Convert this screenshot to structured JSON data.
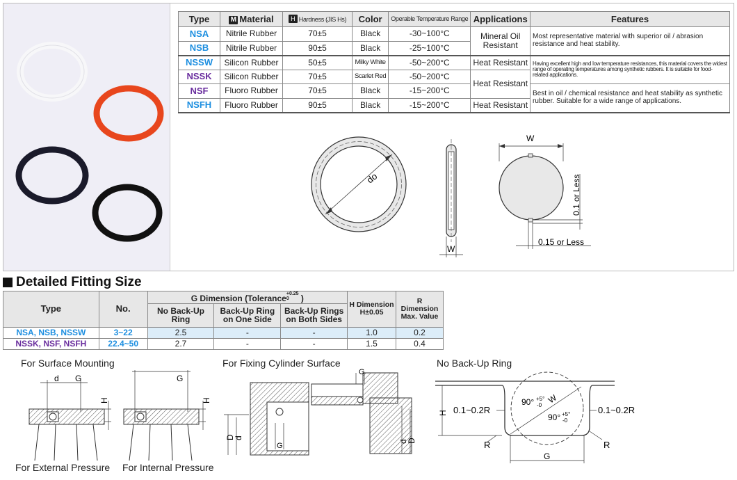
{
  "spec_table": {
    "headers": {
      "type": "Type",
      "material_badge": "M",
      "material": "Material",
      "hardness_badge": "H",
      "hardness": "Hardness (JIS Hs)",
      "color": "Color",
      "temp": "Operable Temperature Range",
      "applications": "Applications",
      "features": "Features"
    },
    "rows": [
      {
        "type": "NSA",
        "type_color": "#1c8ee0",
        "material": "Nitrile Rubber",
        "hardness": "70±5",
        "color": "Black",
        "temp": "-30~100°C"
      },
      {
        "type": "NSB",
        "type_color": "#1c8ee0",
        "material": "Nitrile Rubber",
        "hardness": "90±5",
        "color": "Black",
        "temp": "-25~100°C"
      },
      {
        "type": "NSSW",
        "type_color": "#1c8ee0",
        "material": "Silicon Rubber",
        "hardness": "50±5",
        "color": "Milky White",
        "temp": "-50~200°C"
      },
      {
        "type": "NSSK",
        "type_color": "#6a2e9e",
        "material": "Silicon Rubber",
        "hardness": "70±5",
        "color": "Scarlet Red",
        "temp": "-50~200°C"
      },
      {
        "type": "NSF",
        "type_color": "#6a2e9e",
        "material": "Fluoro Rubber",
        "hardness": "70±5",
        "color": "Black",
        "temp": "-15~200°C"
      },
      {
        "type": "NSFH",
        "type_color": "#1c8ee0",
        "material": "Fluoro Rubber",
        "hardness": "90±5",
        "color": "Black",
        "temp": "-15~200°C"
      }
    ],
    "applications": {
      "mineral_oil": "Mineral Oil Resistant",
      "heat1": "Heat Resistant",
      "heat2": "Heat Resistant",
      "heat3": "Heat Resistant"
    },
    "features": {
      "f1": "Most representative material with superior oil / abrasion resistance and heat stability.",
      "f2": "Having excellent high and low temperature resistances, this material covers the widest range of operating temperatures among synthetic rubbers. It is suitable for food-related applications.",
      "f3": "Best in oil / chemical resistance and heat stability as synthetic rubber. Suitable for a wide range of applications."
    }
  },
  "top_diagram": {
    "do_label": "do",
    "w_label_side": "W",
    "w_label_top": "W",
    "tol_vertical": "0.1 or Less",
    "tol_horizontal": "0.15 or Less"
  },
  "section": {
    "title": "Detailed Fitting Size"
  },
  "fit_table": {
    "headers": {
      "type": "Type",
      "no": "No.",
      "g_dim": "G Dimension (Tolerance",
      "g_tol_plus": "+0.25",
      "g_tol_zero": "0",
      "g_close": ")",
      "no_backup": "No Back-Up Ring",
      "one_side": "Back-Up Ring on One Side",
      "both_sides": "Back-Up Rings on Both Sides",
      "h_dim": "H Dimension H±0.05",
      "r_dim": "R Dimension Max. Value"
    },
    "rows": [
      {
        "type_parts": [
          "NSA, NSB, NSSW"
        ],
        "type_color": "#1c8ee0",
        "no": "3~22",
        "no_color": "#1c8ee0",
        "no_backup": "2.5",
        "one_side": "-",
        "both_sides": "-",
        "h": "1.0",
        "r": "0.2"
      },
      {
        "type_parts": [
          "NSSK, NSF, NSFH"
        ],
        "type_color": "#6a2e9e",
        "no": "22.4~50",
        "no_color": "#1c8ee0",
        "no_backup": "2.7",
        "one_side": "-",
        "both_sides": "-",
        "h": "1.5",
        "r": "0.4"
      }
    ]
  },
  "bottom_diagrams": {
    "surface_mounting": "For  Surface Mounting",
    "cylinder_surface": "For Fixing Cylinder Surface",
    "no_backup_ring": "No Back-Up Ring",
    "external_pressure": "For External Pressure",
    "internal_pressure": "For Internal Pressure",
    "labels": {
      "d_small": "d",
      "G": "G",
      "H": "H",
      "D": "D",
      "d": "d",
      "W": "W",
      "R": "R",
      "range": "0.1~0.2R",
      "angle": "90°",
      "angle_tol_plus": "+5°",
      "angle_tol_minus": "-0"
    }
  }
}
